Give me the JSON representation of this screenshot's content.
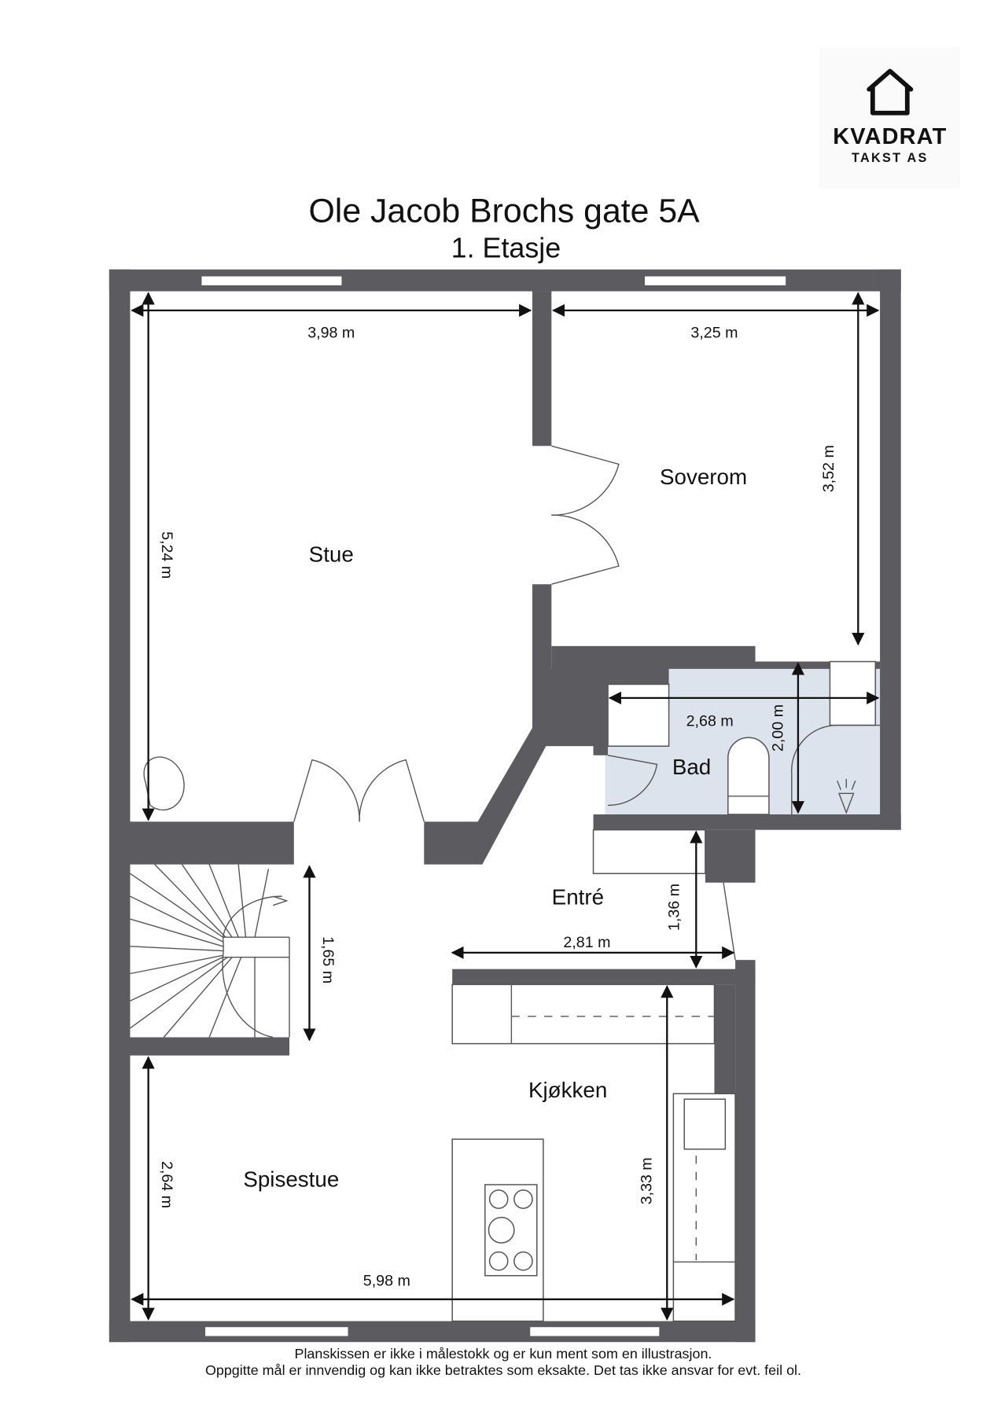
{
  "logo": {
    "name": "KVADRAT",
    "tagline": "TAKST AS",
    "icon": "house-outline-icon"
  },
  "header": {
    "title": "Ole Jacob Brochs gate 5A",
    "subtitle": "1. Etasje"
  },
  "rooms": {
    "stue": "Stue",
    "soverom": "Soverom",
    "bad": "Bad",
    "entre": "Entré",
    "kjokken": "Kjøkken",
    "spisestue": "Spisestue"
  },
  "dimensions": {
    "stue_width": "3,98 m",
    "soverom_width": "3,25 m",
    "soverom_depth": "3,52 m",
    "stue_depth": "5,24 m",
    "bad_width": "2,68 m",
    "bad_depth": "2,00 m",
    "entre_depth": "1,36 m",
    "entre_width": "2,81 m",
    "stair_length": "1,65 m",
    "spisestue_depth": "2,64 m",
    "kjokken_depth": "3,33 m",
    "spisestue_width": "5,98 m"
  },
  "colors": {
    "wall": "#5b5b60",
    "bathroom_floor": "#dde3ec"
  },
  "footer": {
    "line1": "Planskissen er ikke i målestokk og er kun ment som en illustrasjon.",
    "line2": "Oppgitte mål er innvendig og kan ikke betraktes som eksakte. Det tas ikke ansvar for evt. feil ol."
  }
}
